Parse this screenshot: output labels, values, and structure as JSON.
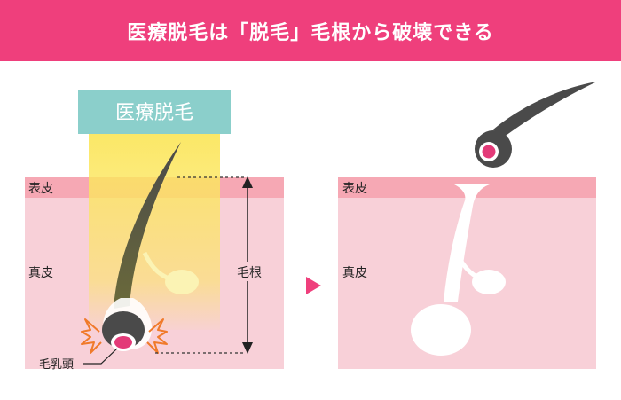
{
  "header": {
    "title": "医療脱毛は「脱毛」毛根から破壊できる"
  },
  "colors": {
    "accent": "#ef3f7c",
    "epidermis": "#f6a8b4",
    "dermis": "#f8d0d8",
    "teal_box": "#8bcfcb",
    "laser": "#fbe65e",
    "hair": "#4a4a4a",
    "papilla": "#e33a78"
  },
  "before": {
    "treatment_label": "医療脱毛",
    "epidermis_label": "表皮",
    "dermis_label": "真皮",
    "root_label": "毛根",
    "papilla_label": "毛乳頭"
  },
  "after": {
    "epidermis_label": "表皮",
    "dermis_label": "真皮"
  },
  "icons": {
    "transition": "triangle-right-icon",
    "damage": "burst-icon"
  }
}
